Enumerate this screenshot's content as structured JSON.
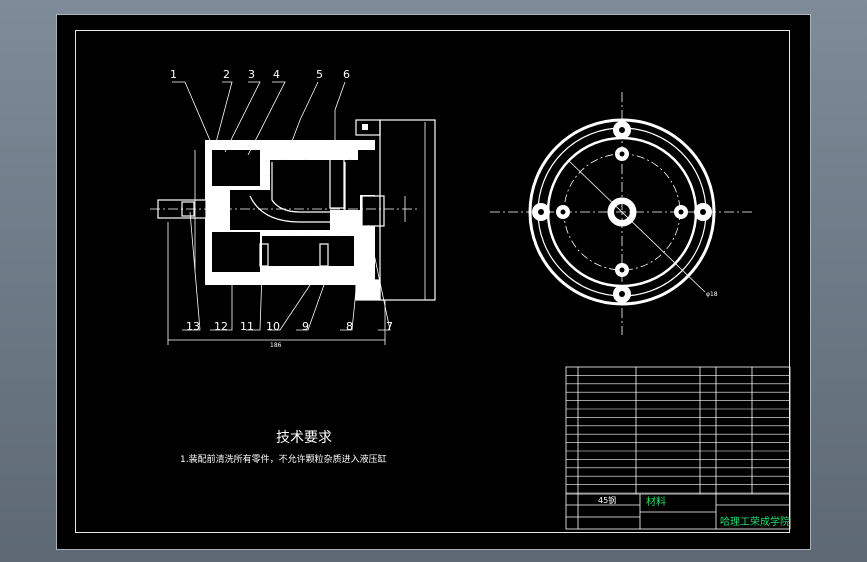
{
  "drawing": {
    "balloons": [
      "1",
      "2",
      "3",
      "4",
      "5",
      "6",
      "7",
      "8",
      "9",
      "10",
      "11",
      "12",
      "13"
    ],
    "dim_overall": "186",
    "dim_diameter": "φ18"
  },
  "notes": {
    "heading": "技术要求",
    "line1": "1.装配前清洗所有零件，不允许颗粒杂质进入液压缸"
  },
  "title_block": {
    "material_label": "材料",
    "material_value": "45钢",
    "school": "哈理工荣成学院"
  }
}
